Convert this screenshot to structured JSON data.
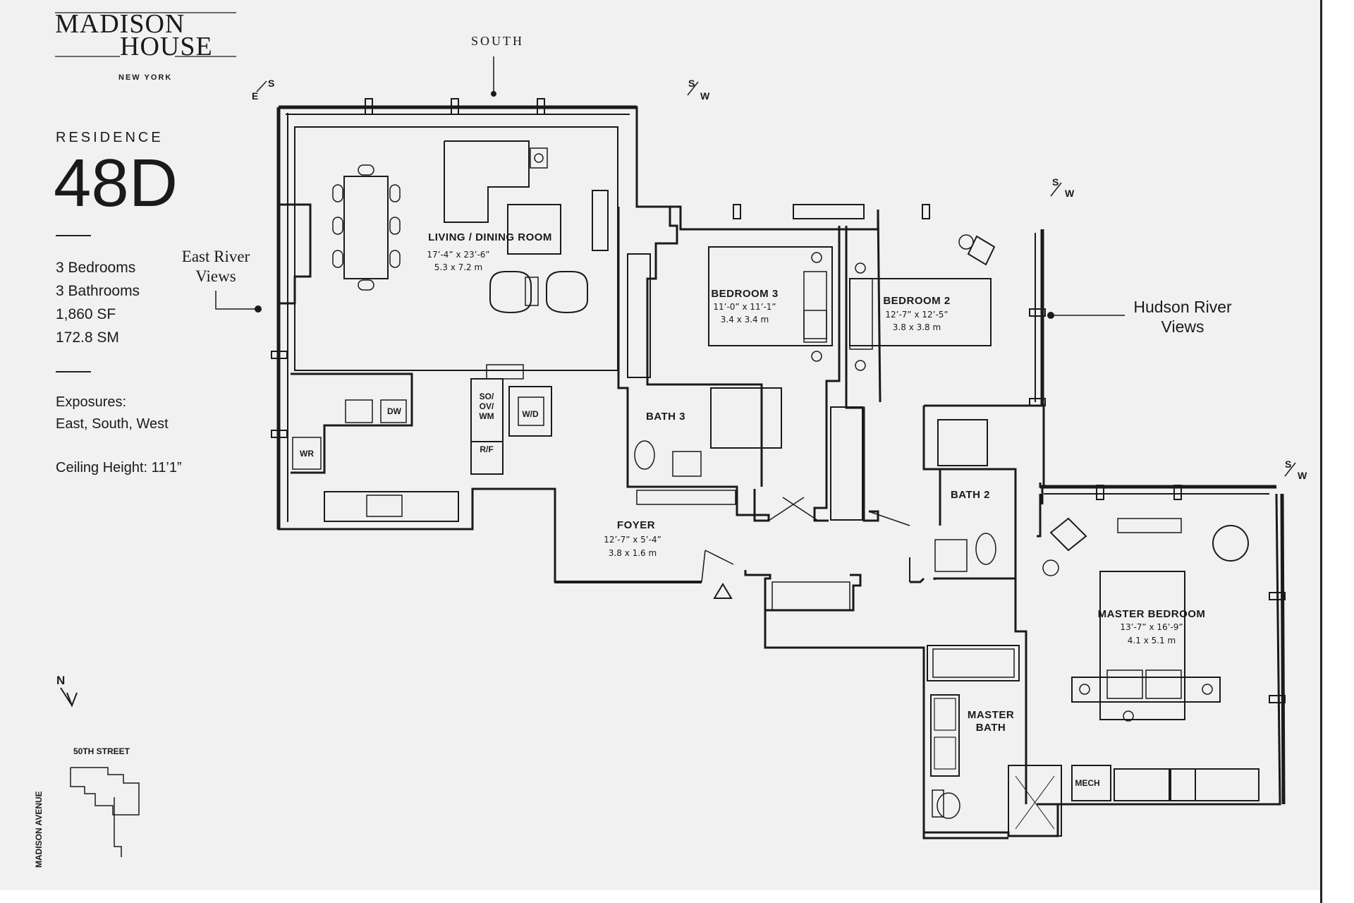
{
  "logo": {
    "line1": "MADISON",
    "line2": "HOUSE",
    "city": "NEW YORK"
  },
  "residence": {
    "label": "RESIDENCE",
    "number": "48D"
  },
  "facts": {
    "bedrooms": "3 Bedrooms",
    "bathrooms": "3 Bathrooms",
    "area_sf": "1,860 SF",
    "area_sm": "172.8 SM"
  },
  "exposures": {
    "label": "Exposures:",
    "value": "East, South, West"
  },
  "ceiling": {
    "text": "Ceiling Height:  11’1”"
  },
  "compass": {
    "south": "SOUTH",
    "es_e": "E",
    "es_s": "S",
    "sw1_s": "S",
    "sw1_w": "W",
    "sw2_s": "S",
    "sw2_w": "W",
    "sw3_s": "S",
    "sw3_w": "W",
    "north": "N"
  },
  "views": {
    "east_line1": "East River",
    "east_line2": "Views",
    "hudson_line1": "Hudson River",
    "hudson_line2": "Views"
  },
  "rooms": {
    "living": {
      "name": "LIVING / DINING ROOM",
      "dim_ft": "17’-4” x 23’-6”",
      "dim_m": "5.3 x 7.2 m"
    },
    "bed3": {
      "name": "BEDROOM 3",
      "dim_ft": "11’-0” x 11’-1”",
      "dim_m": "3.4 x 3.4 m"
    },
    "bed2": {
      "name": "BEDROOM 2",
      "dim_ft": "12’-7” x 12’-5”",
      "dim_m": "3.8 x 3.8 m"
    },
    "bath3": {
      "name": "BATH 3"
    },
    "bath2": {
      "name": "BATH 2"
    },
    "foyer": {
      "name": "FOYER",
      "dim_ft": "12’-7” x 5’-4”",
      "dim_m": "3.8 x 1.6 m"
    },
    "master": {
      "name": "MASTER BEDROOM",
      "dim_ft": "13’-7” x 16’-9”",
      "dim_m": "4.1 x 5.1 m"
    },
    "master_bath": {
      "line1": "MASTER",
      "line2": "BATH"
    },
    "mech": "MECH"
  },
  "appliances": {
    "dw": "DW",
    "wr": "WR",
    "so_l1": "SO/",
    "so_l2": "OV/",
    "so_l3": "WM",
    "rf": "R/F",
    "wd": "W/D"
  },
  "keyplan": {
    "street": "50TH STREET",
    "avenue": "MADISON AVENUE"
  }
}
